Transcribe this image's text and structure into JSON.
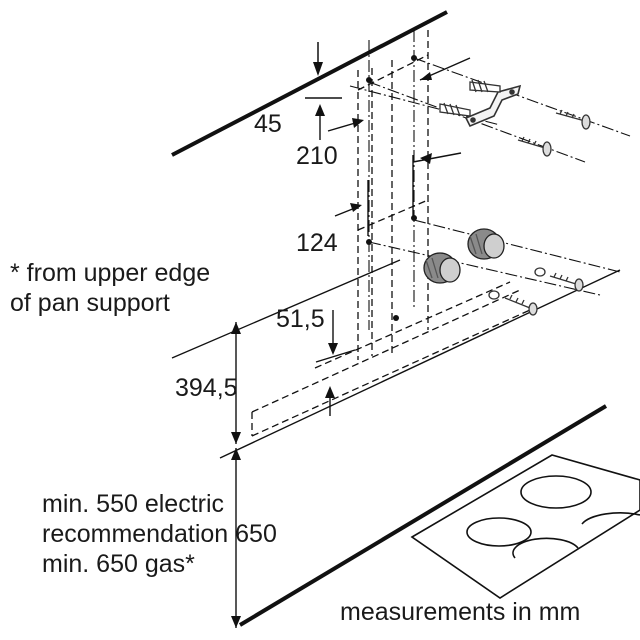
{
  "labels": {
    "dim_45": "45",
    "dim_210": "210",
    "dim_124": "124",
    "dim_51_5": "51,5",
    "dim_394_5": "394,5",
    "note_upper_line1": "* from upper edge",
    "note_upper_line2": "of pan support",
    "min_line1": "min. 550 electric",
    "min_line2": "recommendation 650",
    "min_line3": "min. 650 gas*",
    "measurements": "measurements in mm"
  },
  "colors": {
    "line": "#111111",
    "background": "#ffffff",
    "fitting_dark": "#333333",
    "fitting_light": "#9a9a9a"
  },
  "icons": [
    "wall-plug-icon",
    "screw-icon",
    "bracket-icon",
    "washer-icon",
    "hob-icon"
  ]
}
